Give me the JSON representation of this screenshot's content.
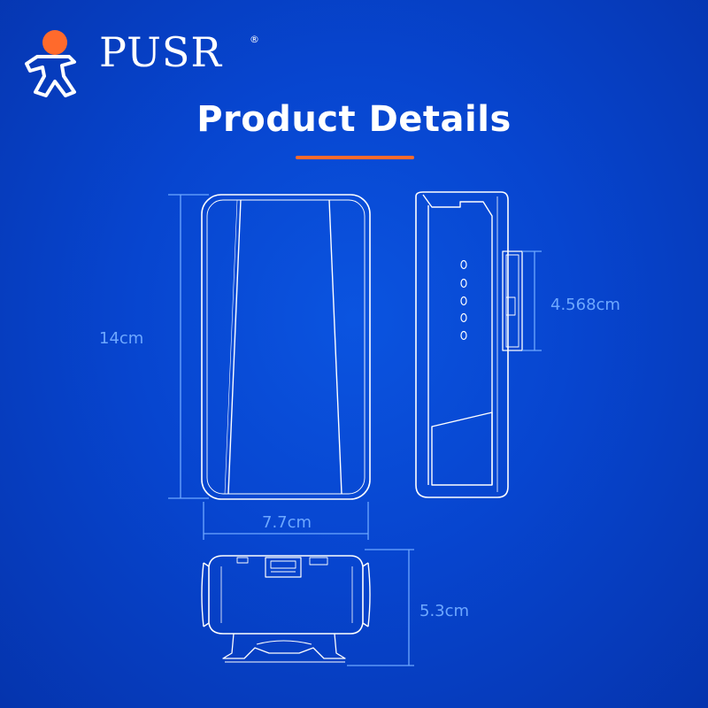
{
  "brand": {
    "name": "PUSR",
    "registered_mark": "®",
    "accent": "#ff6a2c",
    "logo_icon": "running-figure-icon"
  },
  "title": "Product Details",
  "colors": {
    "background": "#0745cf",
    "line": "#ffffff",
    "dimension": "#6ea8ff",
    "divider": "#ff6a2c"
  },
  "dimensions": {
    "height": "14cm",
    "width": "7.7cm",
    "bracket": "4.568cm",
    "depth": "5.3cm"
  }
}
